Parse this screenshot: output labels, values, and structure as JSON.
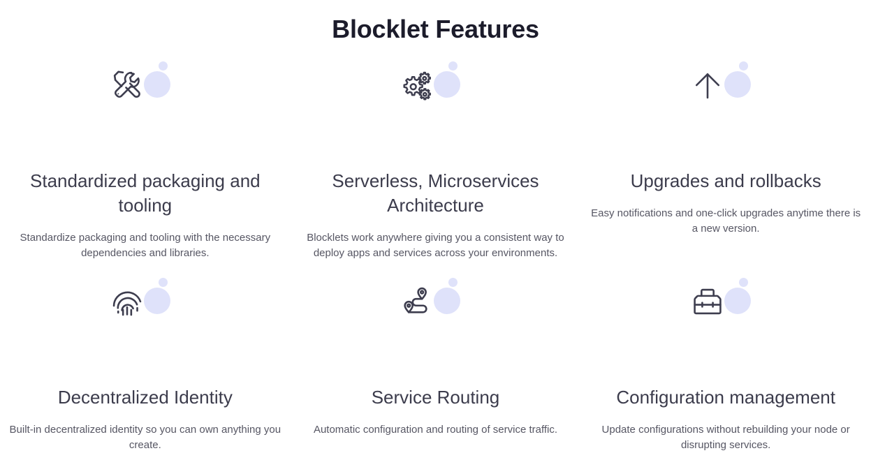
{
  "header": {
    "title": "Blocklet Features"
  },
  "colors": {
    "title": "#1c1c2b",
    "card_title": "#3c3c4c",
    "card_desc": "#565663",
    "icon_stroke": "#3d3d4e",
    "icon_accent": "#e08a3c",
    "blob": "#dfe2fa",
    "background": "#ffffff"
  },
  "features": [
    {
      "icon": "tools-icon",
      "title": "Standardized packaging and tooling",
      "description": "Standardize packaging and tooling with the necessary dependencies and libraries."
    },
    {
      "icon": "gears-icon",
      "title": "Serverless, Microservices Architecture",
      "description": "Blocklets work anywhere giving you a consistent way to deploy apps and services across your environments."
    },
    {
      "icon": "arrow-up-icon",
      "title": "Upgrades and rollbacks",
      "description": "Easy notifications and one-click upgrades anytime there is a new version."
    },
    {
      "icon": "fingerprint-icon",
      "title": "Decentralized Identity",
      "description": "Built-in decentralized identity so you can own anything you create."
    },
    {
      "icon": "route-pins-icon",
      "title": "Service Routing",
      "description": "Automatic configuration and routing of service traffic."
    },
    {
      "icon": "toolbox-icon",
      "title": "Configuration management",
      "description": "Update configurations without rebuilding your node or disrupting services."
    }
  ]
}
